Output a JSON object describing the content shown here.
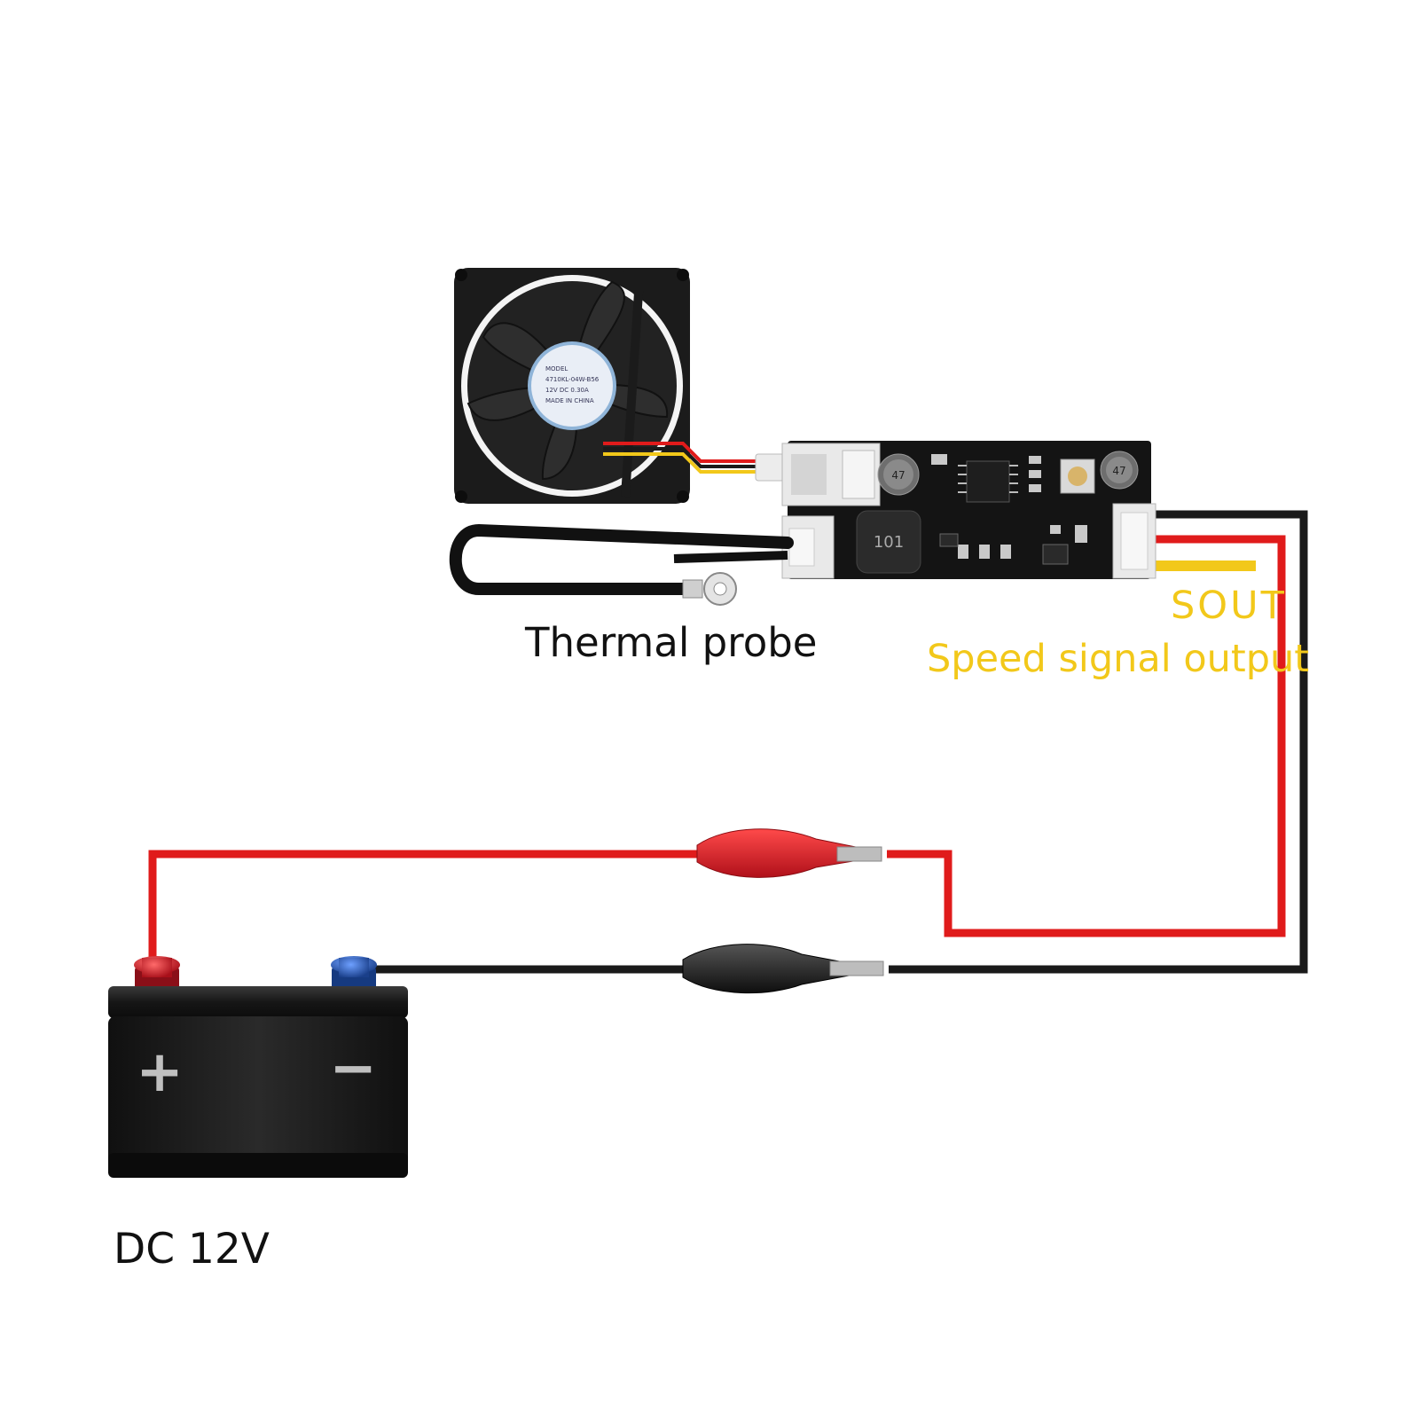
{
  "labels": {
    "thermal_probe": "Thermal probe",
    "sout": "SOUT",
    "speed_signal": "Speed signal output",
    "dc_supply": "DC 12V",
    "battery_plus": "+",
    "battery_minus": "−"
  },
  "component_marks": {
    "inductor": "101",
    "cap_left": "47",
    "cap_right": "47"
  },
  "colors": {
    "wire_red": "#e01b1b",
    "wire_black": "#1a1a1a",
    "signal_yellow": "#f2c81a",
    "pcb": "#141414",
    "connector": "#e9e9e9",
    "terminal_positive": "#d0202a",
    "terminal_negative": "#2c63b8",
    "battery_body": "#1c1c1c"
  },
  "icons": [
    "fan-icon",
    "pcb-module-icon",
    "thermal-probe-icon",
    "alligator-clip-icon",
    "battery-icon"
  ]
}
